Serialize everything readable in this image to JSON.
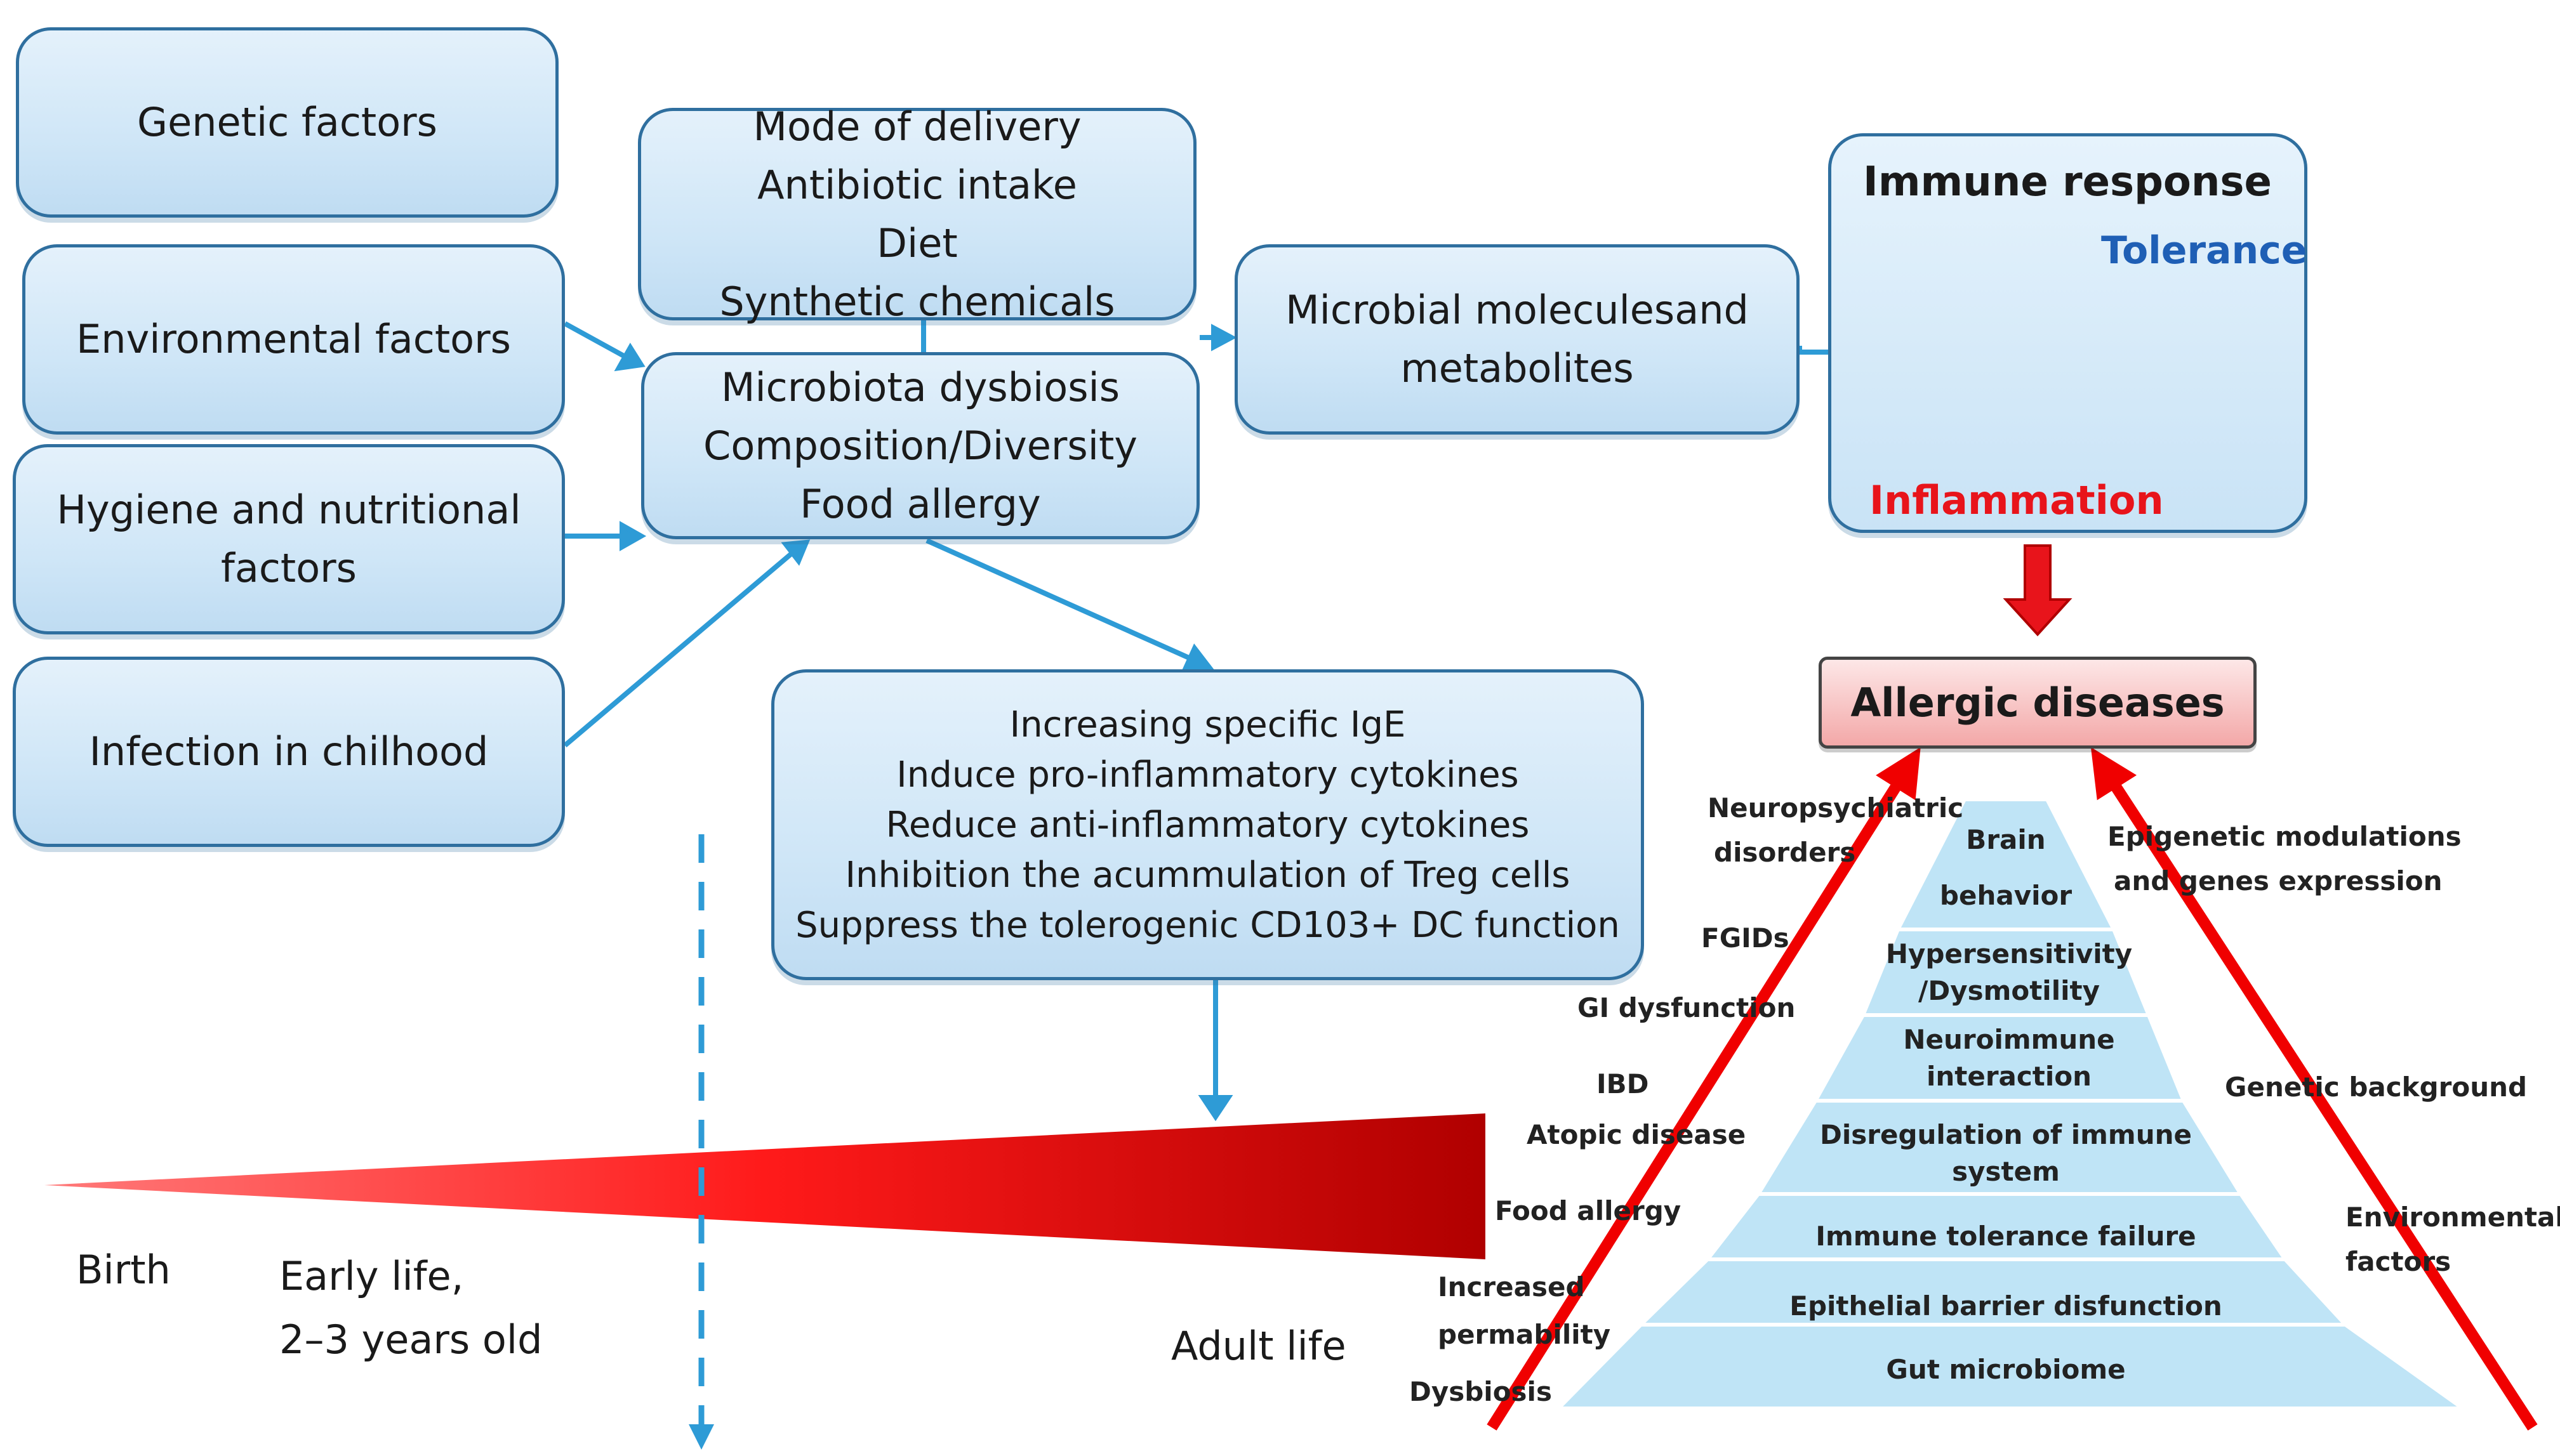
{
  "boxes": {
    "genetic": "Genetic factors",
    "environmental": "Environmental factors",
    "hygiene": [
      "Hygiene and nutritional",
      "factors"
    ],
    "infection": "Infection in chilhood",
    "delivery": [
      "Mode of delivery",
      "Antibiotic intake",
      "Diet",
      "Synthetic chemicals"
    ],
    "dysbiosis": [
      "Microbiota dysbiosis",
      "Composition/Diversity",
      "Food allergy"
    ],
    "microbial": [
      "Microbial moleculesand",
      "metabolites"
    ],
    "effects": [
      "Increasing specific IgE",
      "Induce pro-inflammatory cytokines",
      "Reduce anti-inflammatory cytokines",
      "Inhibition the acummulation of Treg cells",
      "Suppress the tolerogenic CD103+ DC function"
    ]
  },
  "immune": {
    "title": "Immune response",
    "tolerance": "Tolerance",
    "inflammation": "Inflammation"
  },
  "allergic": "Allergic diseases",
  "timeline": {
    "birth": "Birth",
    "early": [
      "Early life,",
      "2–3 years old"
    ],
    "adult": "Adult life"
  },
  "pyramid": {
    "levels": [
      [
        "Brain",
        "behavior"
      ],
      [
        "Hypersensitivity",
        "/Dysmotility"
      ],
      [
        "Neuroimmune",
        "interaction"
      ],
      [
        "Disregulation  of immune",
        "system"
      ],
      [
        "Immune  tolerance failure"
      ],
      [
        "Epithelial  barrier  disfunction"
      ],
      [
        "Gut microbiome"
      ]
    ],
    "left_labels": [
      "Neuropsychiatric",
      "disorders",
      "FGIDs",
      "GI dysfunction",
      "IBD",
      "Atopic disease",
      "Food allergy",
      "Increased",
      "permability",
      "Dysbiosis"
    ],
    "right_labels": [
      "Epigenetic modulations",
      "and genes expression",
      "Genetic background",
      "Environmental",
      "factors"
    ]
  },
  "colors": {
    "box_border": "#2f6f9f",
    "arrow_blue": "#2e9bd6",
    "red": "#e8141b",
    "dark_blue": "#0a5aa8",
    "pyramid": "#bfe4f6"
  }
}
